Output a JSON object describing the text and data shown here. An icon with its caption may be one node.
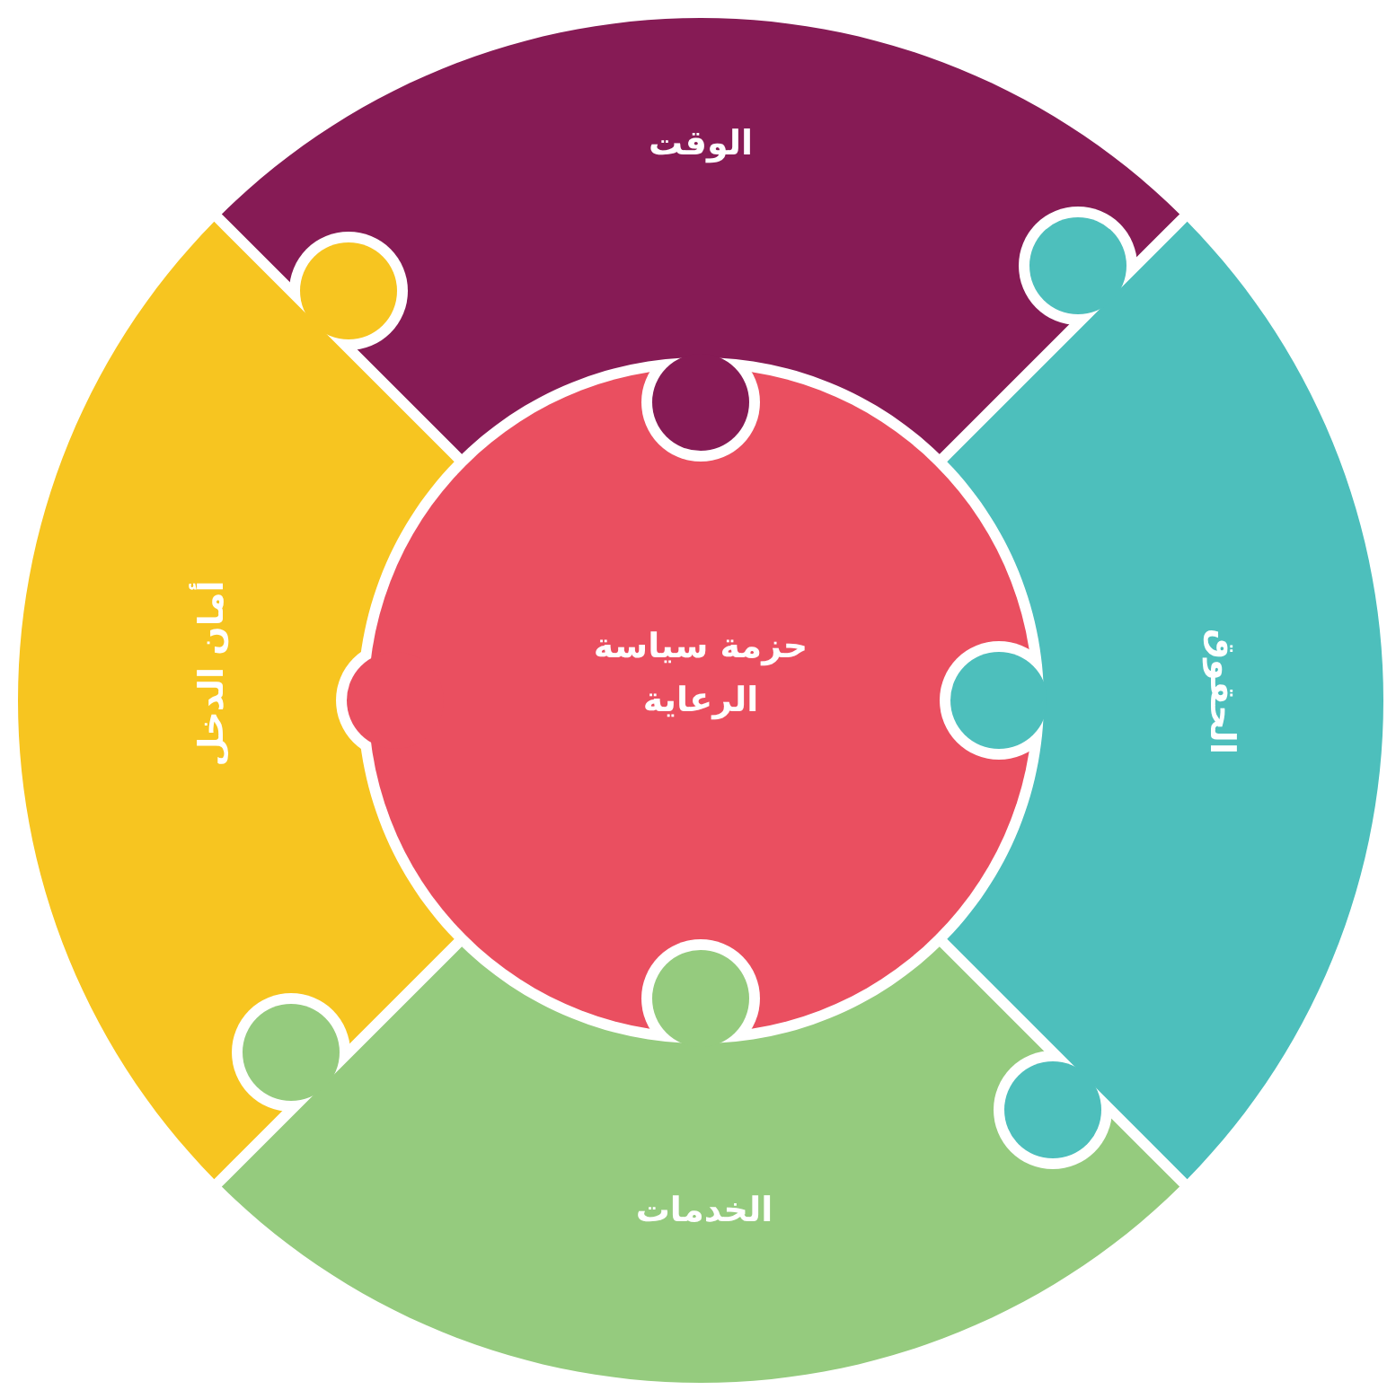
{
  "diagram": {
    "nodes": [
      {
        "text": [
          "حزمة سياسة الرعاية"
        ]
      },
      {
        "text": [
          "الوقت"
        ]
      },
      {
        "text": [
          "الحقوق"
        ]
      },
      {
        "text": [
          "الخدمات"
        ]
      },
      {
        "text": [
          "أمان الدخل"
        ]
      }
    ]
  }
}
